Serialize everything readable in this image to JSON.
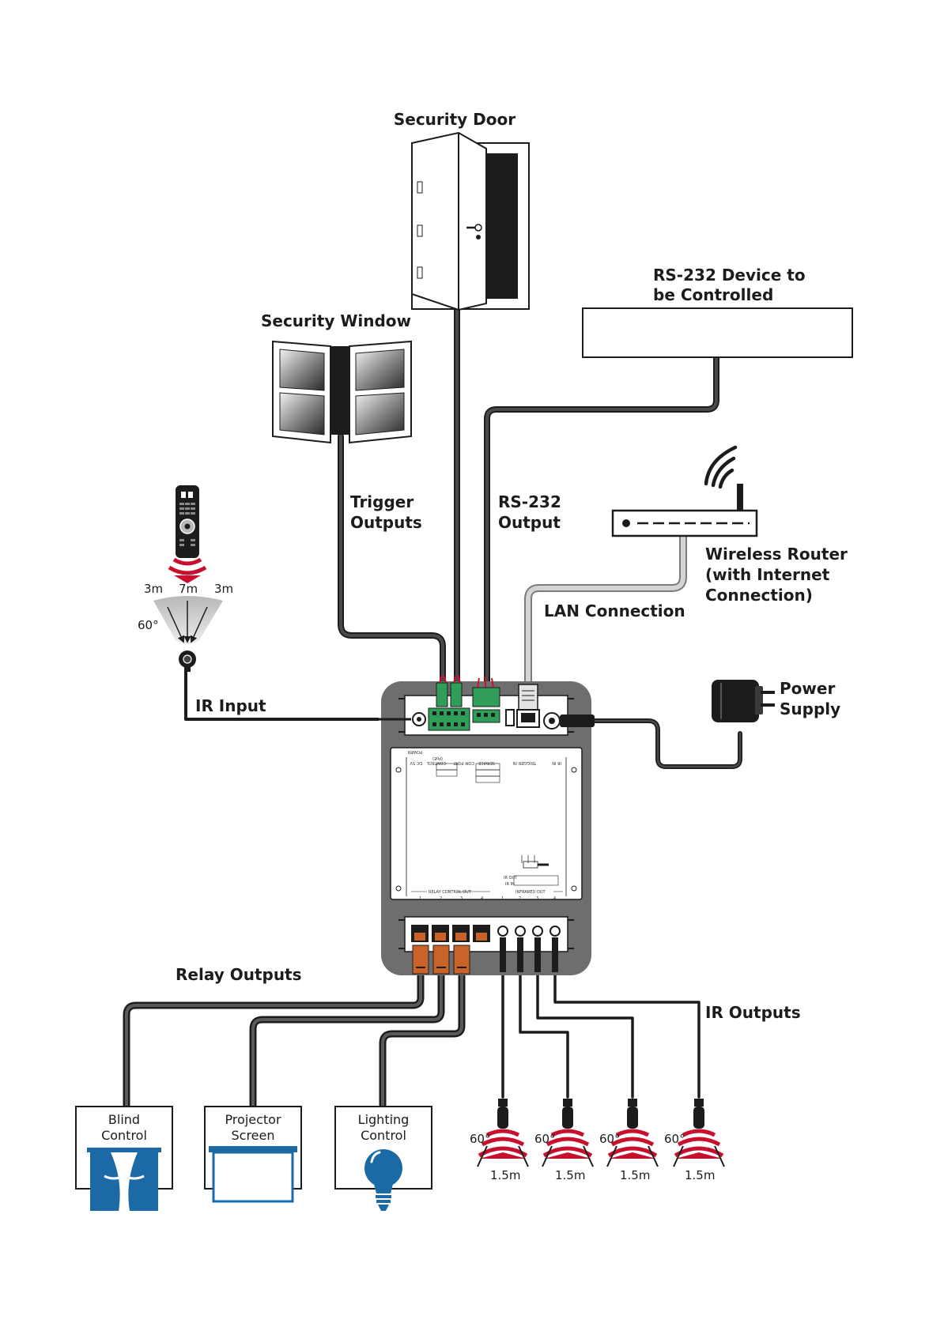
{
  "labels": {
    "security_door": "Security Door",
    "security_window": "Security Window",
    "rs232_device_l1": "RS-232 Device to",
    "rs232_device_l2": "be Controlled",
    "trigger_l1": "Trigger",
    "trigger_l2": "Outputs",
    "rs232_out_l1": "RS-232",
    "rs232_out_l2": "Output",
    "router_l1": "Wireless Router",
    "router_l2": "(with Internet",
    "router_l3": "Connection)",
    "lan": "LAN Connection",
    "power_l1": "Power",
    "power_l2": "Supply",
    "ir_input": "IR Input",
    "relay_outputs": "Relay Outputs",
    "ir_outputs": "IR Outputs",
    "remote_left": "3m",
    "remote_mid": "7m",
    "remote_right": "3m",
    "remote_angle": "60°"
  },
  "device_panel": {
    "ir_in": "IR IN",
    "trigger_in": "TRIGGER IN",
    "service": "SERVICE",
    "com_port": "COM PORT",
    "control": "CONTROL",
    "poe": "(PoE)",
    "dc": "DC 5V",
    "power": "POWER",
    "relay_control_out": "RELAY CONTROL OUT",
    "infrared_out": "INFRARED OUT",
    "ir_out": "IR OUT",
    "ir_in_small": "IR IN",
    "ports": [
      "1",
      "2",
      "3",
      "4"
    ]
  },
  "relay_targets": [
    {
      "line1": "Blind",
      "line2": "Control"
    },
    {
      "line1": "Projector",
      "line2": "Screen"
    },
    {
      "line1": "Lighting",
      "line2": "Control"
    }
  ],
  "emitters": [
    {
      "angle": "60°",
      "range": "1.5m"
    },
    {
      "angle": "60°",
      "range": "1.5m"
    },
    {
      "angle": "60°",
      "range": "1.5m"
    },
    {
      "angle": "60°",
      "range": "1.5m"
    }
  ],
  "colors": {
    "cable": "#3a3a3a",
    "lan_cable": "#9a9a9a",
    "device_body": "#6e6e6e",
    "terminal_green": "#2e9e58",
    "relay_orange": "#c9632a",
    "accent_blue": "#1b6aa5",
    "ir_red": "#c8102e"
  }
}
